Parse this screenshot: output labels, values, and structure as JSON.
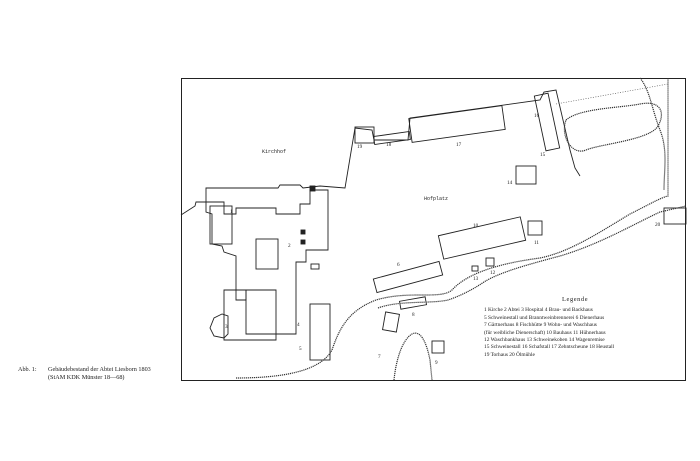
{
  "caption": {
    "number": "Abb. 1:",
    "line1": "Gebäudebestand der Abtei Liesborn 1803",
    "line2": "(StAM KDK Münster 18—68)"
  },
  "map_labels": {
    "kirchhof": "Kirchhof",
    "hofplatz": "Hofplatz"
  },
  "building_numbers": [
    "1",
    "2",
    "3",
    "4",
    "5",
    "6",
    "7",
    "8",
    "9",
    "10",
    "11",
    "12",
    "13",
    "14",
    "15",
    "16",
    "17",
    "18",
    "19",
    "20"
  ],
  "legend": {
    "title": "Legende",
    "lines": [
      "1 Kirche   2 Abtei   3 Hospital   4 Brau- und Backhaus",
      "5 Schweinestall und Branntweinbrennerei   6 Dienerhaus",
      "7 Gärtnerhaus   8 Fischhütte   9 Wohn- und Waschhaus",
      "(für weibliche Dienerschaft)   10 Bauhaus   11 Hühnerhaus",
      "12 Waschbankhaus   13 Schweinekoben   14 Wagenremise",
      "15 Schweinestall   16 Schafstall   17 Zehntscheune   18 Heustall",
      "19 Torhaus   20 Ölmühle"
    ]
  }
}
